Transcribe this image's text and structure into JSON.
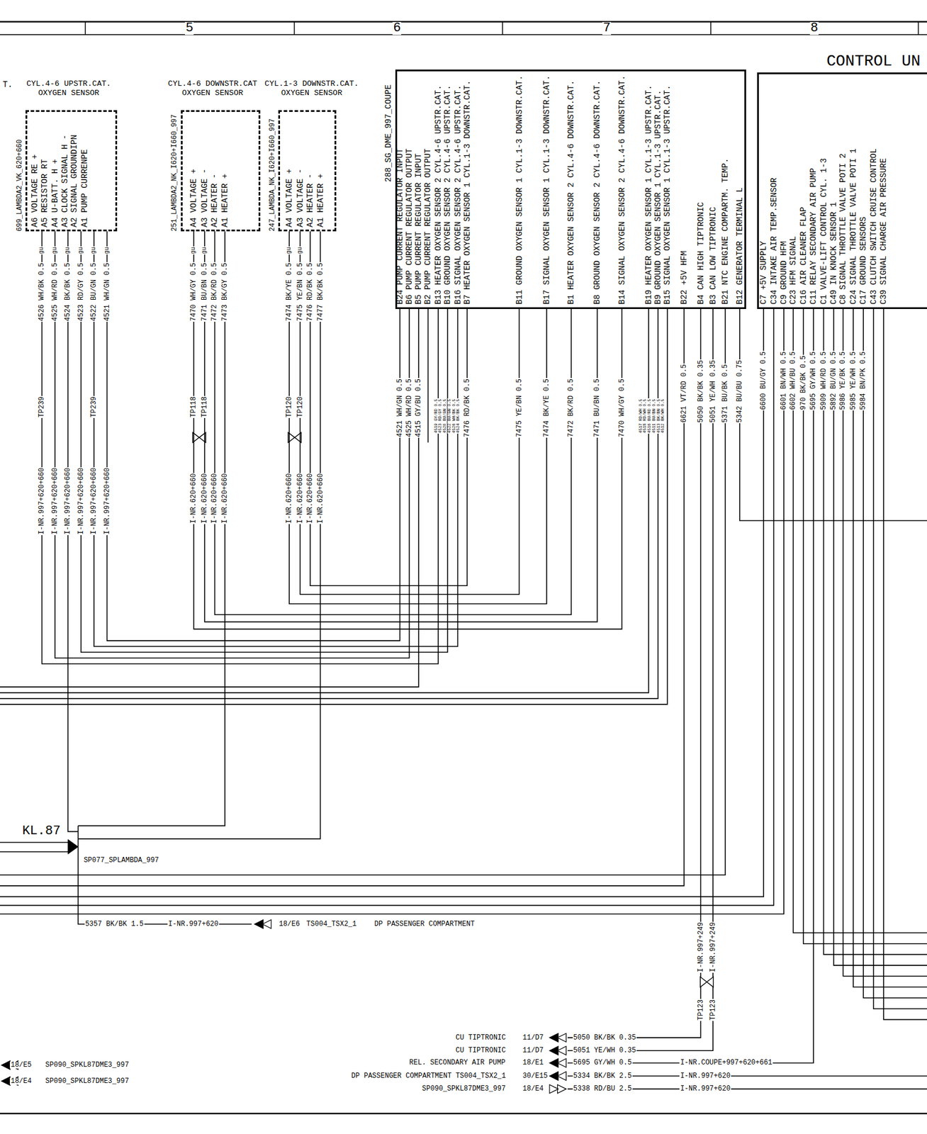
{
  "diagram": {
    "nodes": [
      {
        "text": [
          "CYL.4-6 UPSTR.CAT. OXYGEN SENSOR",
          "699_LAMBDA2_VK_620+660",
          "A6 VOLTAGE RE +",
          "A5 RESISTOR RT",
          "A4 U-BATT. H +",
          "A3 CLOCK SIGNAL H -",
          "A2 SIGNAL GROUNDIPN",
          "A1 PUMP CURRENPE"
        ]
      },
      {
        "text": [
          "CYL.4-6 DOWNSTR.CAT OXYGEN SENSOR",
          "251_LAMBDA2_NK_I620+I660_997",
          "A4 VOLTAGE +",
          "A3 VOLTAGE -",
          "A2 HEATER -",
          "A1 HEATER +"
        ]
      },
      {
        "text": [
          "CYL.1-3 DOWNSTR.CAT. OXYGEN SENSOR",
          "247_LAMBDA_NK_I620+I660_997",
          "A4 VOLTAGE +",
          "A3 VOLTAGE -",
          "A2 HEATER -",
          "A1 HEATER +"
        ]
      },
      {
        "text": [
          "288_SG_DME_997_COUPE",
          "B24 PUMP CURRENT REGULATOR INPUT",
          "B6 PUMP CURRENT REGULATOR OUTPUT",
          "B5 PUMP CURRENT REGULATOR INPUT",
          "B2 PUMP CURRENT REGULATOR OUTPUT",
          "B13 HEATER OXYGEN SENSOR 2 CYL.4-6 UPSTR.CAT.",
          "B10 GROUND OXYGEN SENSOR 2 CYL.4-6 UPSTR.CAT.",
          "B16 SIGNAL OXYGEN SENSOR 2 CYL.4-6 UPSTR.CAT.",
          "B7 HEATER OXYGEN SENSOR 1 CYL.1-3 DOWNSTR.CAT.",
          "B11 GROUND OXYGEN SENSOR 1 CYL.1-3 DOWNSTR.CAT.",
          "B17 SIGNAL OXYGEN SENSOR 1 CYL.1-3 DOWNSTR.CAT.",
          "B1 HEATER OXYGEN SENSOR 2 CYL.4-6 DOWNSTR.CAT.",
          "B8 GROUND OXYGEN SENSOR 2 CYL.4-6 DOWNSTR.CAT.",
          "B14 SIGNAL OXYGEN SENSOR 2 CYL.4-6 DOWNSTR.CAT.",
          "B19 HEATER OXYGEN SENSOR 1 CYL.1-3 UPSTR.CAT.",
          "B9 GROUND OXYGEN SENSOR 1 CYL.1-3 UPSTR.CAT.",
          "B15 SIGNAL OXYGEN SENSOR 1 CYL.1-3 UPSTR.CAT.",
          "B22 +5V HFM",
          "B4 CAN HIGH TIPTRONIC",
          "B3 CAN LOW TIPTRONIC",
          "B21 NTC ENGINE COMPARTM. TEMP.",
          "B12 GENERATOR TERMINAL L"
        ]
      },
      {
        "text": [
          "CONTROL UN",
          "C7 +5V SUPPLY",
          "C34 INTAKE AIR TEMP.SENSOR",
          "C9 GROUND HFM",
          "C23 HFM SIGNAL",
          "C16 AIR CLEANER FLAP",
          "C11 RELAY SECONDARY AIR PUMP",
          "C1 VALVE-LIFT CONTROL CYL. 1-3",
          "C49 IN KNOCK SENSOR 1",
          "C8 SIGNAL THROTTLE VALVE POTI 2",
          "C24 SIGNAL THROTTLE VALVE POTI 1",
          "C17 GROUND SENSORS",
          "C43 CLUTCH SWITCH CRUISE CONTROL",
          "C39 SIGNAL CHARGE AIR PRESSURE"
        ]
      }
    ],
    "edges": [
      {
        "from": 0,
        "to": 3,
        "arrow": "none"
      },
      {
        "from": 0,
        "to": 3,
        "arrow": "none"
      },
      {
        "from": 0,
        "to": 3,
        "arrow": "none"
      },
      {
        "from": 0,
        "to": 3,
        "arrow": "none"
      },
      {
        "from": 0,
        "to": 3,
        "arrow": "none"
      },
      {
        "from": 1,
        "to": 3,
        "arrow": "none"
      },
      {
        "from": 1,
        "to": 3,
        "arrow": "none"
      },
      {
        "from": 1,
        "to": 3,
        "arrow": "none"
      },
      {
        "from": 2,
        "to": 3,
        "arrow": "none"
      },
      {
        "from": 2,
        "to": 3,
        "arrow": "none"
      },
      {
        "from": 2,
        "to": 3,
        "arrow": "none"
      }
    ],
    "labels": [
      "5",
      "6",
      "7",
      "8",
      "T.",
      "gu",
      "gu",
      "gu",
      "gu",
      "gu",
      "gu",
      "4526 WH/BK 0.5",
      "4525 WH/RD 0.5",
      "4524 BK/BK 0.5",
      "4523 RD/GY 0.5",
      "4522 BU/GN 0.5",
      "4521 WH/GN 0.5",
      "TP239",
      "TP239",
      "I-NR.997+620+660",
      "I-NR.997+620+660",
      "I-NR.997+620+660",
      "I-NR.997+620+660",
      "I-NR.997+620+660",
      "I-NR.997+620+660",
      "gu",
      "gu",
      "7470 WH/GY 0.5",
      "7471 BU/BN 0.5",
      "7472 BK/RD 0.5",
      "7473 BK/GY 0.5",
      "TP118",
      "TP118",
      "I-NR.620+660",
      "I-NR.620+660",
      "I-NR.620+660",
      "I-NR.620+660",
      "gu",
      "gu",
      "7474 BK/YE 0.5",
      "7475 YE/BN 0.5",
      "7476 RD/BK 0.5",
      "7477 BK/BK 0.5",
      "TP120",
      "TP120",
      "I-NR.620+660",
      "I-NR.620+660",
      "I-NR.620+660",
      "I-NR.620+660",
      "4521 WH/GN 0.5",
      "4525 WH/RD 0.5",
      "4515 GY/BU 0.5",
      "4519 GY/RD 0.5",
      "4523 RD/GY 0.5",
      "4520 BU/GN 0.5",
      "4522 BU/GN 0.5",
      "4526 WH/BK 0.5",
      "4524 BK/BK 0.5",
      "7476 RD/BK 0.5",
      "7475 YE/BN 0.5",
      "7474 BK/YE 0.5",
      "7472 BK/RD 0.5",
      "7471 BU/BN 0.5",
      "7470 WH/GY 0.5",
      "4517 RD/WH 0.5",
      "4518 RD/WH 0.5",
      "4516 BU/RD 0.5",
      "4511 BU/BN 0.5",
      "4513 BK/BN 0.5",
      "4512 BK/WH 0.5",
      "6621 VT/RD 0.5",
      "5050 BK/BK 0.35",
      "5051 YE/WH 0.35",
      "5371 BU/BK 0.5",
      "5342 BU/BU 0.75",
      "6600 BU/GY 0.5",
      "6601 BN/WH 0.5",
      "6602 WH/BU 0.5",
      "970 BK/BK 0.5",
      "5695 GY/WH 0.5",
      "5909 WH/RD 0.5",
      "5892 BU/GN 0.5",
      "5986 YE/BK 0.5",
      "5985 YE/WH 0.5",
      "5984 BN/PK 0.5",
      "KL.87",
      "SP077_SPLAMBDA_997",
      "5357 BK/BK 1.5",
      "I-NR.997+620",
      "18/E6",
      "TS004_TSX2_1",
      "DP PASSENGER COMPARTMENT",
      "I-NR.997+249",
      "I-NR.997+249",
      "TP123",
      "TP123",
      "CU TIPTRONIC",
      "11/D7",
      "5050 BK/BK 0.35",
      "CU TIPTRONIC",
      "11/D7",
      "5051 YE/WH 0.35",
      "REL. SECONDARY AIR PUMP",
      "18/E1",
      "5695 GY/WH 0.5",
      "I-NR.COUPE+997+620+661",
      "DP PASSENGER COMPARTMENT TS004_TSX2_1",
      "30/E15",
      "5334 BK/BK 2.5",
      "I-NR.997+620",
      "SP090_SPKL87DME3_997",
      "18/E4",
      "5338 RD/BU 2.5",
      "I-NR.997+620",
      "18/E5",
      "SP090_SPKL87DME3_997",
      "18/E4",
      "SP090_SPKL87DME3_997"
    ]
  }
}
